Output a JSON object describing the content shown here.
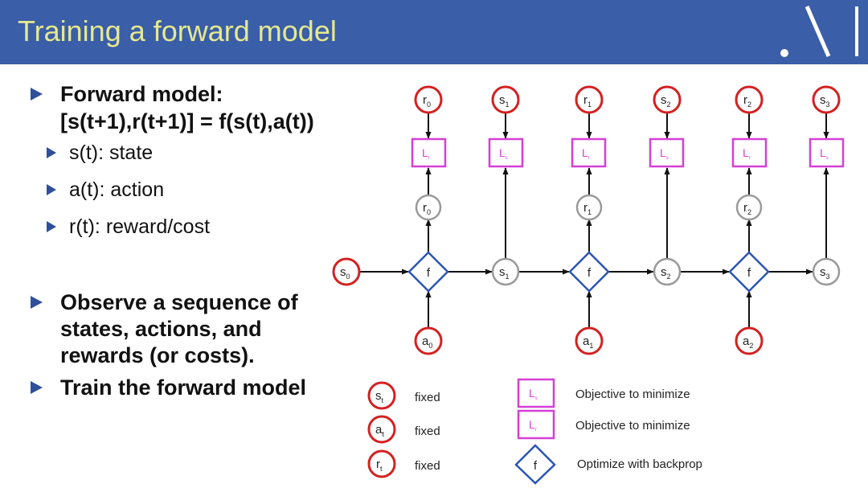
{
  "slide": {
    "title": "Training a forward model"
  },
  "bullets": {
    "forward_model_line1": "Forward model:",
    "forward_model_line2": "[s(t+1),r(t+1)] = f(s(t),a(t))",
    "state": "s(t): state",
    "action": "a(t): action",
    "reward": "r(t): reward/cost",
    "observe_line1": "Observe a sequence of",
    "observe_line2": "states, actions, and",
    "observe_line3": "rewards (or costs).",
    "train": "Train the forward model"
  },
  "diagram": {
    "top_labels": [
      "r",
      "s",
      "r",
      "s",
      "r",
      "s"
    ],
    "top_subs": [
      "0",
      "1",
      "1",
      "2",
      "2",
      "3"
    ],
    "loss_label": "L",
    "loss_subs": [
      "r",
      "s",
      "r",
      "s",
      "r",
      "s"
    ],
    "pred_r_labels": [
      "r",
      "r",
      "r"
    ],
    "pred_r_subs": [
      "0",
      "1",
      "2"
    ],
    "chain_labels": [
      "s",
      "s",
      "s",
      "s"
    ],
    "chain_subs": [
      "0",
      "1",
      "2",
      "3"
    ],
    "f_label": "f",
    "action_labels": [
      "a",
      "a",
      "a"
    ],
    "action_subs": [
      "0",
      "1",
      "2"
    ]
  },
  "legend": {
    "s_label": "s",
    "s_sub": "t",
    "s_text": "fixed",
    "a_label": "a",
    "a_sub": "t",
    "a_text": "fixed",
    "r_label": "r",
    "r_sub": "t",
    "r_text": "fixed",
    "loss_label": "L",
    "loss_s_sub": "s",
    "loss_s_text": "Objective to minimize",
    "loss_r_sub": "r",
    "loss_r_text": "Objective to minimize",
    "f_label": "f",
    "f_text": "Optimize with backprop"
  },
  "colors": {
    "header": "#3a5ea8",
    "title": "#e7e98c",
    "fixed_node": "#d42020",
    "loss_box": "#d63fd6",
    "f_diamond": "#2a55b5",
    "predicted_node": "#9a9a9a"
  }
}
